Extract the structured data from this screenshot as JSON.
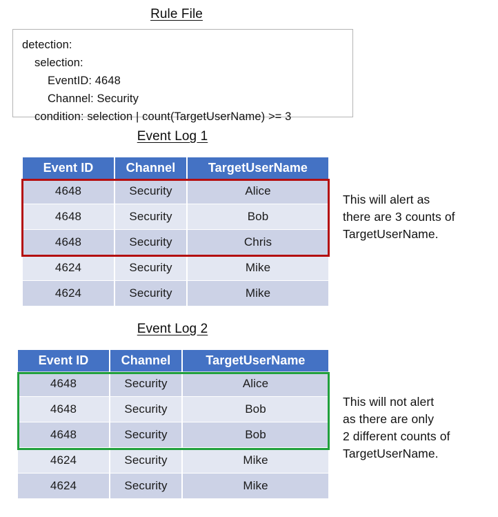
{
  "rule_file": {
    "title": "Rule File",
    "lines": [
      "detection:",
      "selection:",
      "EventID: 4648",
      "Channel: Security",
      "condition: selection | count(TargetUserName) >= 3"
    ]
  },
  "event_log_1": {
    "title": "Event Log 1",
    "columns": [
      "Event ID",
      "Channel",
      "TargetUserName"
    ],
    "rows": [
      [
        "4648",
        "Security",
        "Alice"
      ],
      [
        "4648",
        "Security",
        "Bob"
      ],
      [
        "4648",
        "Security",
        "Chris"
      ],
      [
        "4624",
        "Security",
        "Mike"
      ],
      [
        "4624",
        "Security",
        "Mike"
      ]
    ],
    "highlight": {
      "color": "#b40f0f",
      "rows": [
        0,
        1,
        2
      ]
    },
    "note": "This will alert as\nthere are 3 counts of\nTargetUserName."
  },
  "event_log_2": {
    "title": "Event Log 2",
    "columns": [
      "Event ID",
      "Channel",
      "TargetUserName"
    ],
    "rows": [
      [
        "4648",
        "Security",
        "Alice"
      ],
      [
        "4648",
        "Security",
        "Bob"
      ],
      [
        "4648",
        "Security",
        "Bob"
      ],
      [
        "4624",
        "Security",
        "Mike"
      ],
      [
        "4624",
        "Security",
        "Mike"
      ]
    ],
    "highlight": {
      "color": "#21a03c",
      "rows": [
        0,
        1,
        2
      ]
    },
    "note": "This will not alert\nas there are only\n2 different counts of\nTargetUserName."
  },
  "colors": {
    "header_blue": "#4472c4",
    "row_dark": "#ccd2e6",
    "row_light": "#e3e7f2",
    "alert_red": "#b40f0f",
    "no_alert_green": "#21a03c"
  }
}
